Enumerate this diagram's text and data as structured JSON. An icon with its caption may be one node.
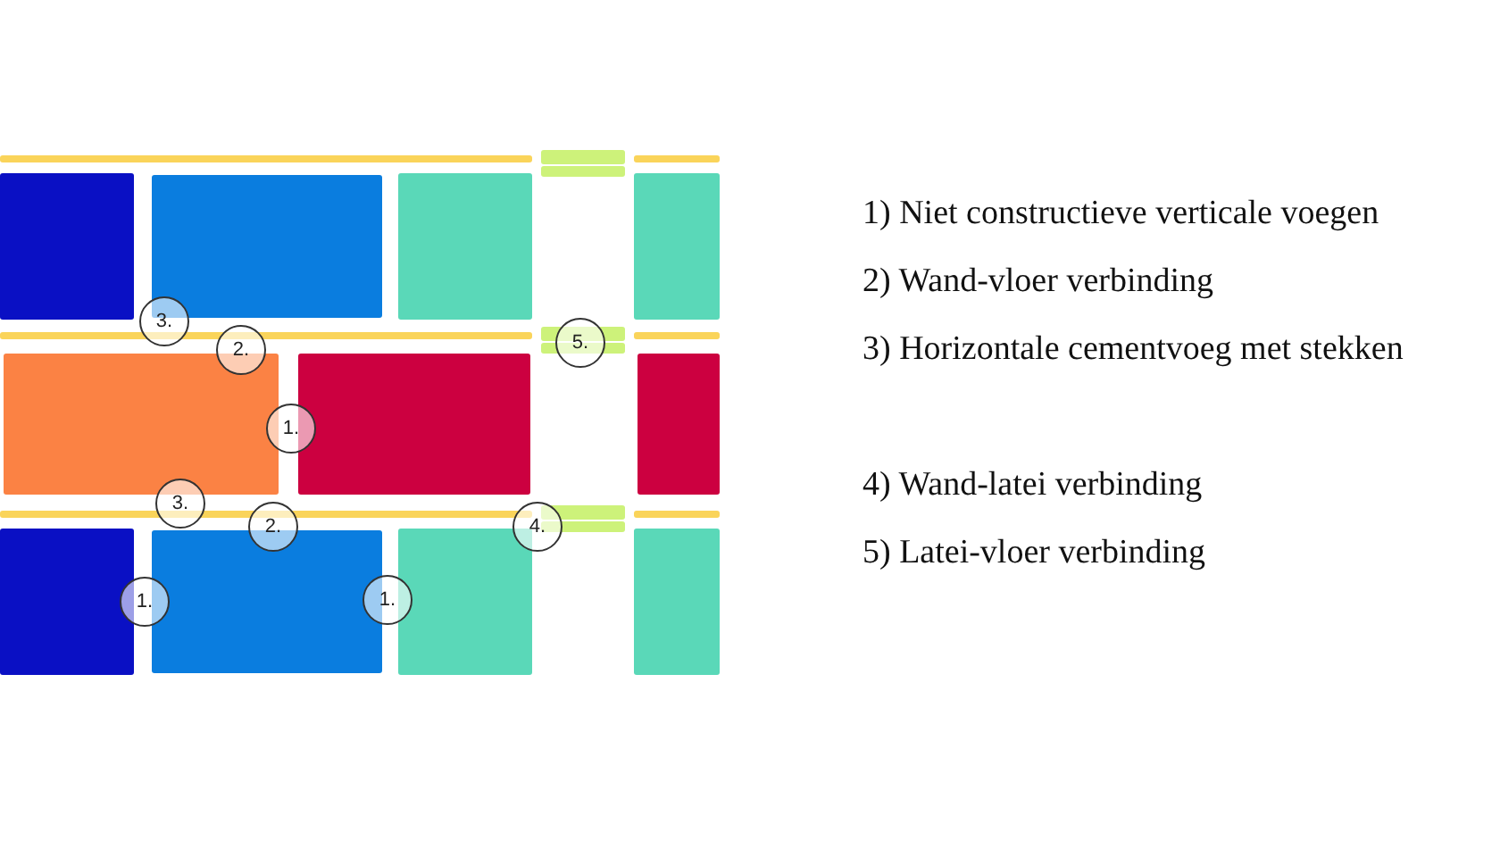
{
  "diagram": {
    "labels": [
      "3.",
      "5.",
      "2.",
      "1.",
      "3.",
      "2.",
      "4.",
      "1.",
      "1.",
      "1) Niet constructieve verticale voegen",
      "2) Wand-vloer verbinding",
      "3) Horizontale cementvoeg met stekken",
      "4) Wand-latei verbinding",
      "5) Latei-vloer verbinding"
    ]
  }
}
